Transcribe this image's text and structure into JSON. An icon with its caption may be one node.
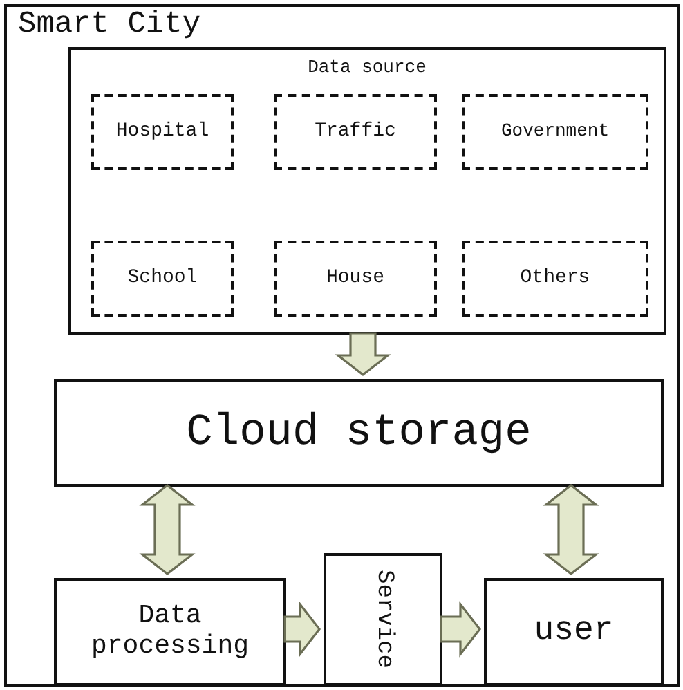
{
  "diagram": {
    "nodes": [
      {
        "text": [
          "Smart City"
        ]
      },
      {
        "text": [
          "Data source"
        ],
        "in": 0
      },
      {
        "text": [
          "Hospital"
        ],
        "in": 1
      },
      {
        "text": [
          "Traffic"
        ],
        "in": 1
      },
      {
        "text": [
          "Government"
        ],
        "in": 1
      },
      {
        "text": [
          "School"
        ],
        "in": 1
      },
      {
        "text": [
          "House"
        ],
        "in": 1
      },
      {
        "text": [
          "Others"
        ],
        "in": 1
      },
      {
        "text": [
          "Cloud storage"
        ],
        "in": 0
      },
      {
        "text": [
          "Data processing"
        ],
        "in": 0
      },
      {
        "text": [
          "Service"
        ],
        "in": 0
      },
      {
        "text": [
          "user"
        ],
        "in": 0
      }
    ],
    "edges": [
      {
        "from": 1,
        "to": 8,
        "arrow": "to",
        "style": "thick"
      },
      {
        "from": 8,
        "to": 9,
        "arrow": "both",
        "style": "thick"
      },
      {
        "from": 8,
        "to": 11,
        "arrow": "both",
        "style": "thick"
      },
      {
        "from": 9,
        "to": 10,
        "arrow": "to",
        "style": "thick"
      },
      {
        "from": 10,
        "to": 11,
        "arrow": "to",
        "style": "thick"
      }
    ]
  }
}
